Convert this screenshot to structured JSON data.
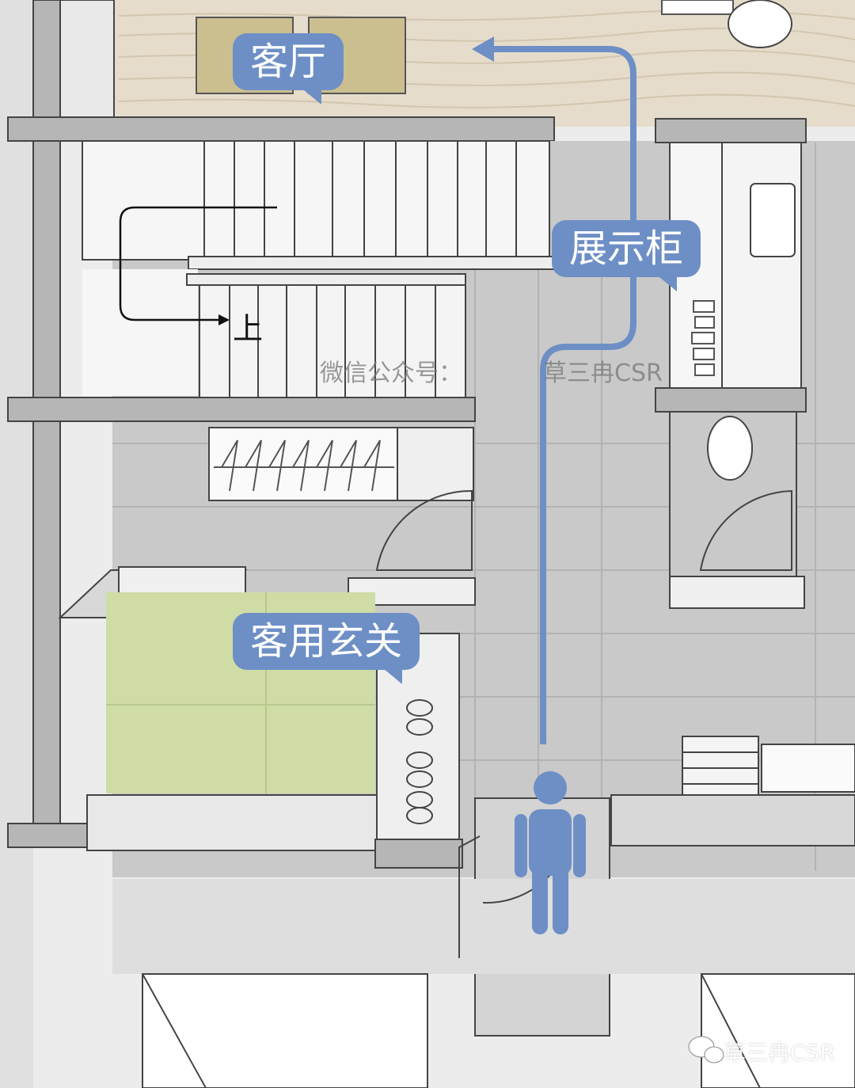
{
  "labels": {
    "living_room": "客厅",
    "display_cabinet": "展示柜",
    "guest_entrance": "客用玄关",
    "stairs_up": "上"
  },
  "watermark": {
    "center_text": "微信公众号：",
    "center_name": "草三冉CSR",
    "corner_text": "草三冉CSR"
  },
  "colors": {
    "route": "#6d8fc6",
    "bubble": "#6d8fc6",
    "tatami": "#cfdca6",
    "floor_tile": "#c9c9c9",
    "wood_floor": "#e6dccb"
  },
  "icons": [
    "person-icon",
    "route-arrow-icon",
    "wechat-icon"
  ]
}
